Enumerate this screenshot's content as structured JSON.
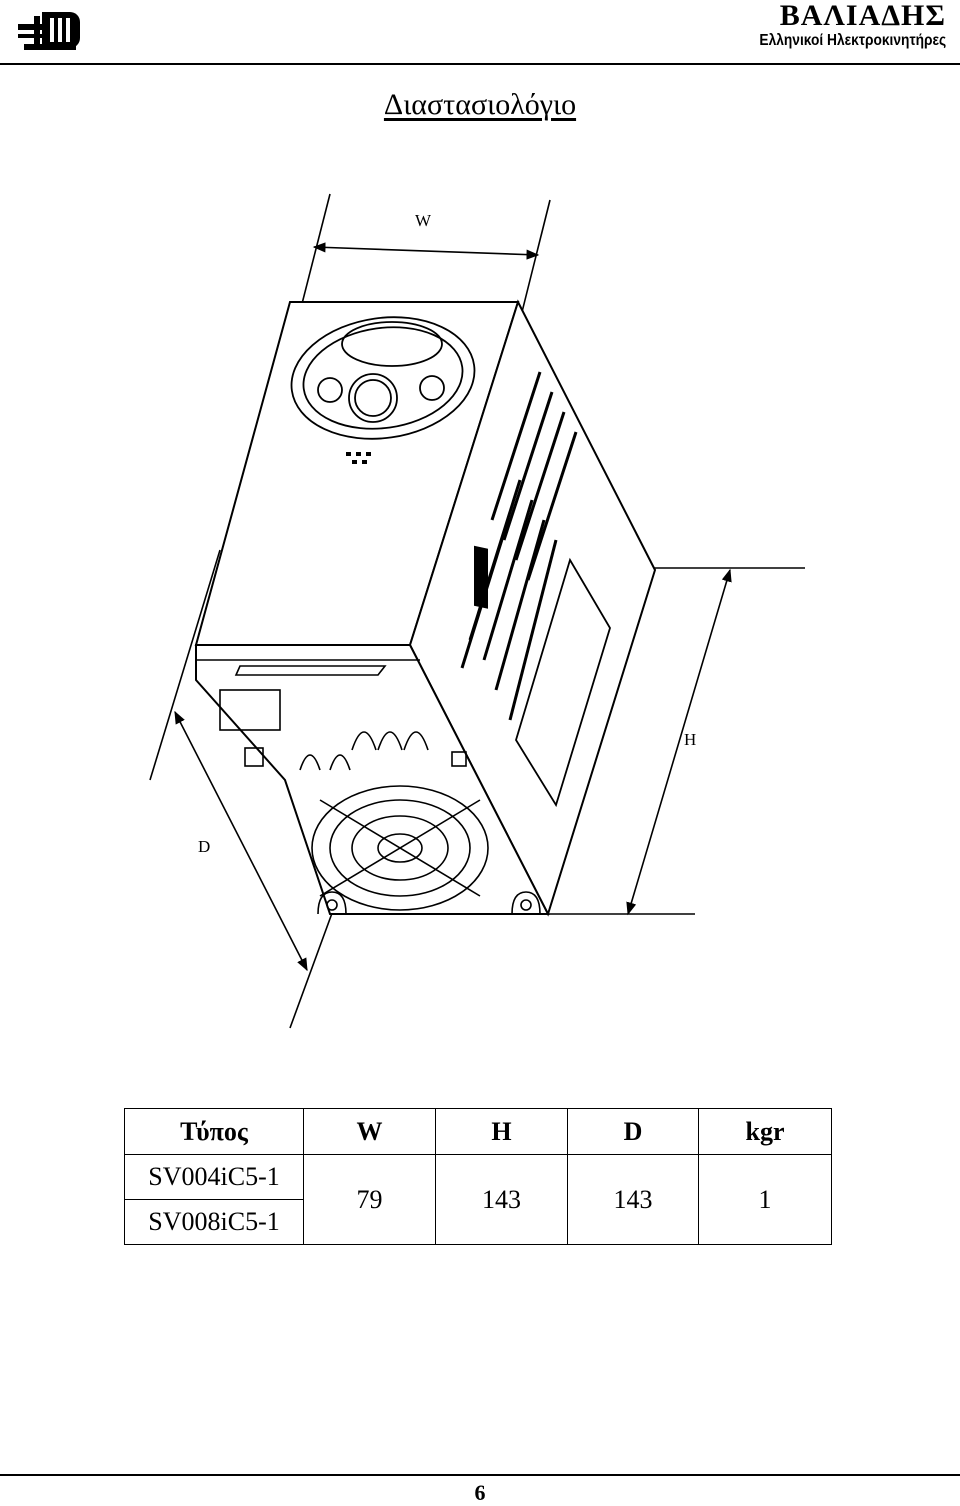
{
  "header": {
    "brand_name": "ΒΑΛΙΑΔΗΣ",
    "brand_subtitle": "Ελληνικοί Ηλεκτροκινητήρες",
    "logo_icon": "motor-logo-icon"
  },
  "title": "Διαστασιολόγιο",
  "drawing": {
    "dim_w": "W",
    "dim_h": "H",
    "dim_d": "D"
  },
  "table": {
    "headers": [
      "Τύπος",
      "W",
      "H",
      "D",
      "kgr"
    ],
    "types": [
      "SV004iC5-1",
      "SV008iC5-1"
    ],
    "values": [
      "79",
      "143",
      "143",
      "1"
    ]
  },
  "footer": {
    "page_number": "6"
  }
}
